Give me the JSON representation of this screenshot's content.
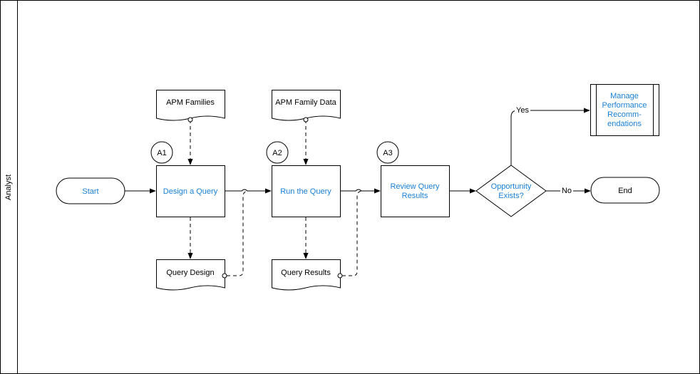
{
  "lane": {
    "label": "Analyst"
  },
  "nodes": {
    "start": {
      "label": "Start"
    },
    "design_query": {
      "label": "Design a Query"
    },
    "run_query": {
      "label": "Run the Query"
    },
    "review_results": {
      "lines": [
        "Review Query",
        "Results"
      ]
    },
    "decision": {
      "lines": [
        "Opportunity",
        "Exists?"
      ]
    },
    "manage_perf": {
      "lines": [
        "Manage",
        "Performance",
        "Recomm-",
        "endations"
      ]
    },
    "end": {
      "label": "End"
    },
    "doc_apm_families": {
      "label": "APM Families"
    },
    "doc_apm_family_data": {
      "label": "APM Family Data"
    },
    "doc_query_design": {
      "label": "Query Design"
    },
    "doc_query_results": {
      "label": "Query Results"
    }
  },
  "steps": {
    "a1": "A1",
    "a2": "A2",
    "a3": "A3"
  },
  "edges": {
    "yes": "Yes",
    "no": "No"
  },
  "colors": {
    "link": "#1a7fd6",
    "stroke": "#000000",
    "background": "#ffffff"
  }
}
